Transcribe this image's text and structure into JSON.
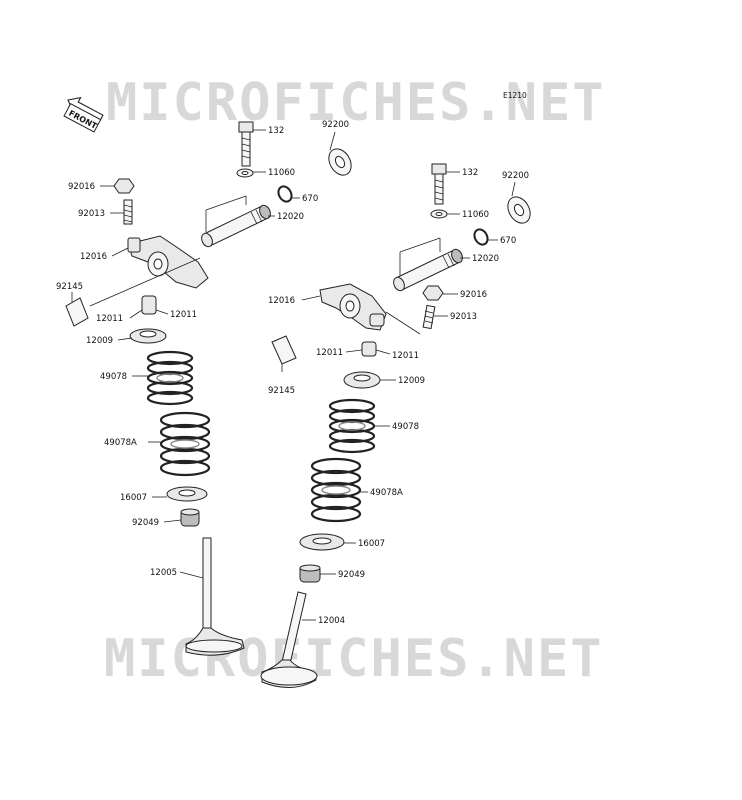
{
  "diagram": {
    "figure_code": "E1210",
    "watermark_top": "MICROFICHES.NET",
    "watermark_bottom": "MICROFICHES.NET",
    "front_marker": "FRONT",
    "labels_left": {
      "bolt": "132",
      "washer_plain": "11060",
      "washer_large": "92200",
      "oring": "670",
      "shaft": "12020",
      "nut": "92016",
      "screw": "92013",
      "rocker_arm": "12016",
      "washer_thrust": "92145",
      "collar_a": "12011",
      "collar_b": "12011",
      "retainer": "12009",
      "spring_outer": "49078",
      "spring_inner": "49078A",
      "seat": "16007",
      "seal": "92049",
      "valve": "12005"
    },
    "labels_right": {
      "bolt": "132",
      "washer_large": "92200",
      "washer_plain": "11060",
      "oring": "670",
      "shaft": "12020",
      "rocker_arm": "12016",
      "nut": "92016",
      "screw": "92013",
      "collar_a": "12011",
      "collar_b": "12011",
      "washer_thrust": "92145",
      "retainer": "12009",
      "spring_outer": "49078",
      "spring_inner": "49078A",
      "seat": "16007",
      "seal": "92049",
      "valve": "12004"
    }
  }
}
